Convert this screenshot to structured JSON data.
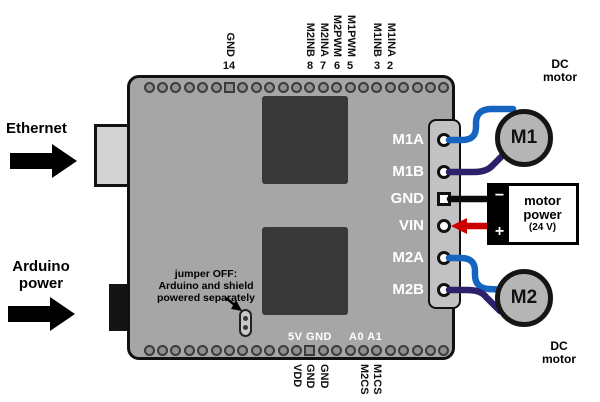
{
  "board": {
    "top_headers": [
      {
        "label": "GND",
        "pin": "14"
      },
      {
        "label": "M2INB",
        "pin": "8"
      },
      {
        "label": "M2INA",
        "pin": "7"
      },
      {
        "label": "M2PWM",
        "pin": "6"
      },
      {
        "label": "M1PWM",
        "pin": "5"
      },
      {
        "label": "M1INB",
        "pin": "3"
      },
      {
        "label": "M1INA",
        "pin": "2"
      }
    ],
    "right_pins": [
      "M1A",
      "M1B",
      "GND",
      "VIN",
      "M2A",
      "M2B"
    ],
    "bottom_silk": {
      "power": "5V GND",
      "analog": "A0 A1"
    },
    "bottom_headers": [
      "VDD",
      "GND",
      "GND",
      "M2CS",
      "M1CS"
    ],
    "jumper_note": {
      "line1": "jumper OFF:",
      "line2": "Arduino and shield",
      "line3": "powered separately"
    }
  },
  "left_labels": {
    "ethernet": "Ethernet",
    "arduino_line1": "Arduino",
    "arduino_line2": "power"
  },
  "motors": {
    "m1": "M1",
    "m2": "M2",
    "dc_caption_line1": "DC",
    "dc_caption_line2": "motor"
  },
  "power_supply": {
    "minus": "−",
    "plus": "+",
    "line1": "motor",
    "line2": "power",
    "voltage": "(24 V)"
  },
  "colors": {
    "wire_motor_a": "#1565c0",
    "wire_motor_b": "#2b2069",
    "wire_gnd": "#0a0a0a",
    "wire_vin": "#cc0000",
    "board_gray": "#a6a6a6",
    "chip_gray": "#383838"
  }
}
